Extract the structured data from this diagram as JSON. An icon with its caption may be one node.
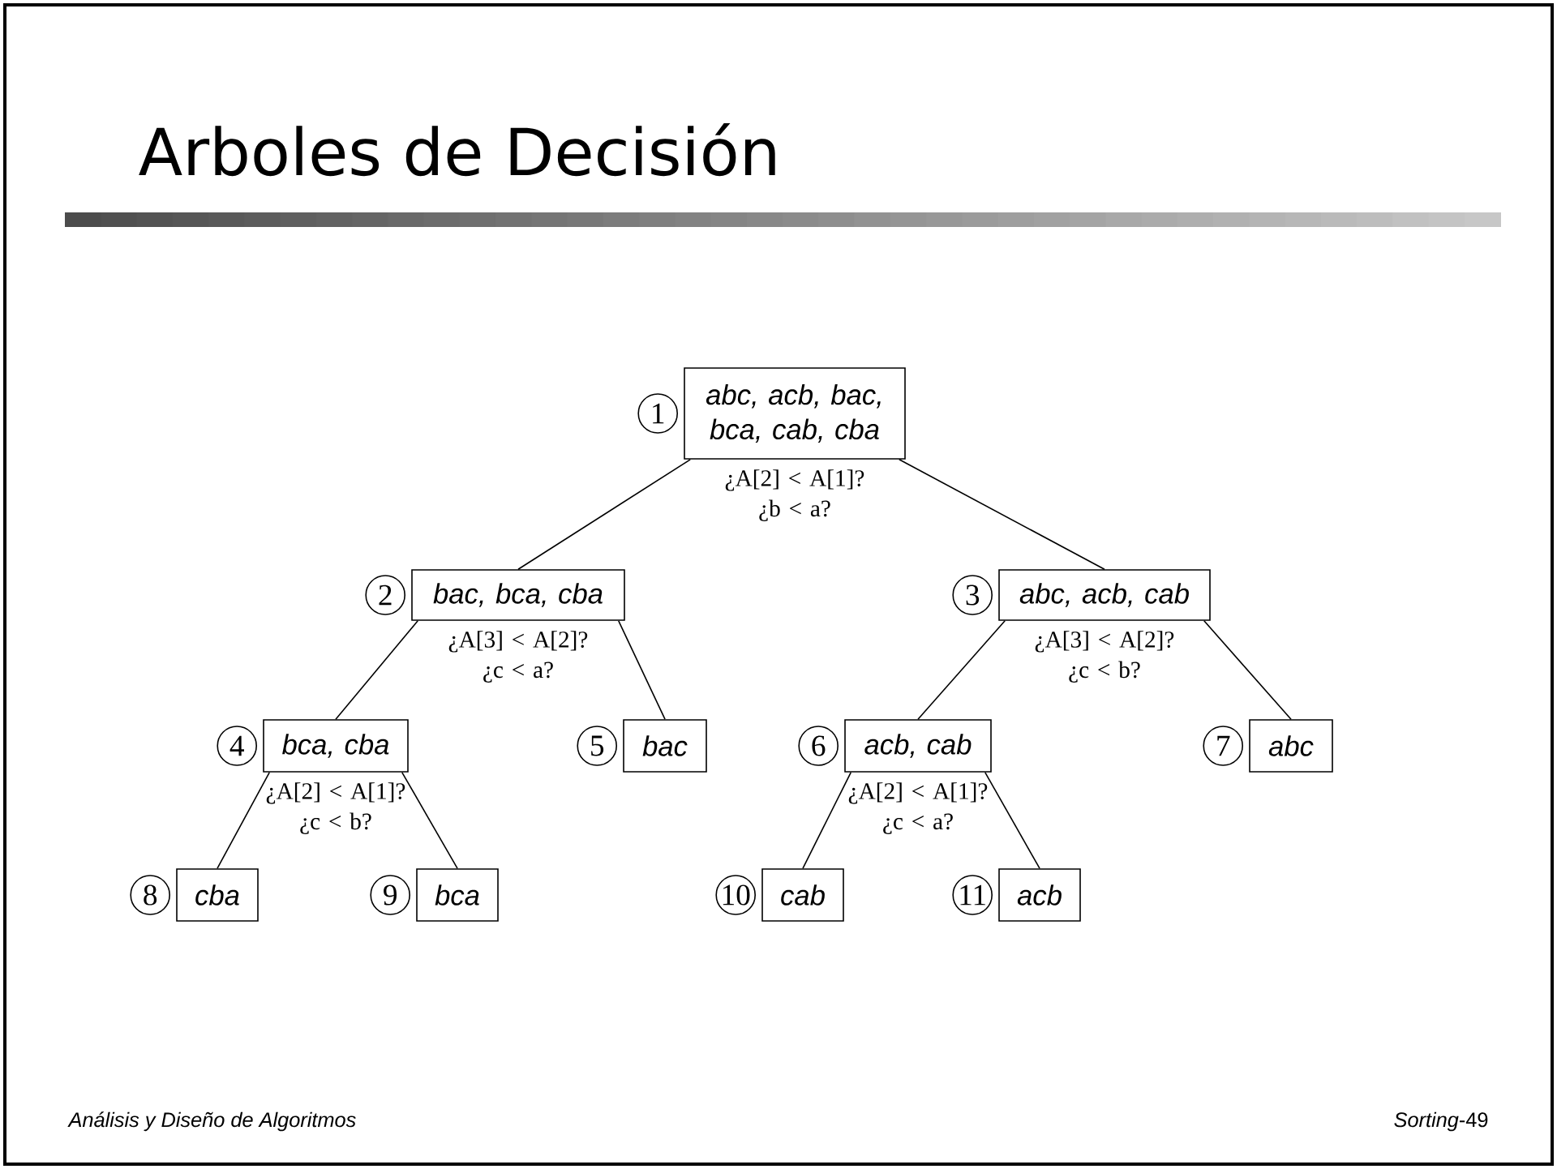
{
  "diagram": {
    "title": "Arboles de Decisión",
    "nodes": [
      {
        "text": [
          "abc, acb, bac, bca, cab, cba"
        ],
        "beside": [
          "1",
          "¿A[2] < A[1]? ¿b < a?"
        ]
      },
      {
        "text": [
          "bac, bca, cba"
        ],
        "beside": [
          "2",
          "¿A[3] < A[2]? ¿c < a?"
        ]
      },
      {
        "text": [
          "abc, acb, cab"
        ],
        "beside": [
          "3",
          "¿A[3] < A[2]? ¿c < b?"
        ]
      },
      {
        "text": [
          "bca, cba"
        ],
        "beside": [
          "4",
          "¿A[2] < A[1]? ¿c < b?"
        ]
      },
      {
        "text": [
          "bac"
        ],
        "beside": [
          "5"
        ]
      },
      {
        "text": [
          "acb, cab"
        ],
        "beside": [
          "6",
          "¿A[2] < A[1]? ¿c < a?"
        ]
      },
      {
        "text": [
          "abc"
        ],
        "beside": [
          "7"
        ]
      },
      {
        "text": [
          "cba"
        ],
        "beside": [
          "8"
        ]
      },
      {
        "text": [
          "bca"
        ],
        "beside": [
          "9"
        ]
      },
      {
        "text": [
          "cab"
        ],
        "beside": [
          "10"
        ]
      },
      {
        "text": [
          "acb"
        ],
        "beside": [
          "11"
        ]
      }
    ],
    "edges": [
      {
        "from": 0,
        "to": 1,
        "arrow": "none"
      },
      {
        "from": 0,
        "to": 2,
        "arrow": "none"
      },
      {
        "from": 1,
        "to": 3,
        "arrow": "none"
      },
      {
        "from": 1,
        "to": 4,
        "arrow": "none"
      },
      {
        "from": 2,
        "to": 5,
        "arrow": "none"
      },
      {
        "from": 2,
        "to": 6,
        "arrow": "none"
      },
      {
        "from": 3,
        "to": 7,
        "arrow": "none"
      },
      {
        "from": 3,
        "to": 8,
        "arrow": "none"
      },
      {
        "from": 5,
        "to": 9,
        "arrow": "none"
      },
      {
        "from": 5,
        "to": 10,
        "arrow": "none"
      }
    ],
    "labels": [
      "*Análisis y Diseño de Algoritmos*",
      "*Sorting*-49"
    ]
  }
}
